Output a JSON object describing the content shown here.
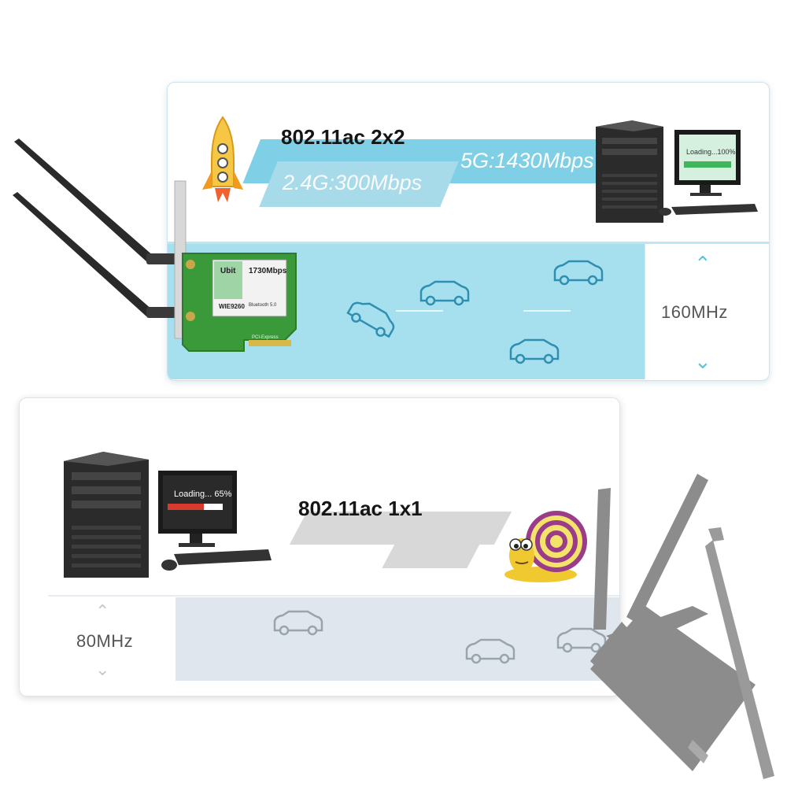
{
  "top": {
    "standard": "802.11ac 2x2",
    "speed_5g": "5G:1430Mbps",
    "speed_24g": "2.4G:300Mbps",
    "bandwidth": "160MHz",
    "monitor_text": "Loading...100%"
  },
  "card": {
    "brand": "Ubit",
    "speed": "1730Mbps",
    "model": "WIE9260",
    "bluetooth": "Bluetooth 5.0",
    "interface": "PCI-Express"
  },
  "bottom": {
    "standard": "802.11ac 1x1",
    "bandwidth": "80MHz",
    "monitor_text": "Loading... 65%"
  },
  "colors": {
    "lane_blue": "#a6e0ef",
    "stripe_blue": "#7fd0e6",
    "chevron_blue": "#5cc4dc",
    "lane_gray": "#dfe6ee",
    "pcb_green": "#3a9a3a"
  },
  "progress": {
    "top_loading": 1.0,
    "bottom_loading": 0.65
  }
}
